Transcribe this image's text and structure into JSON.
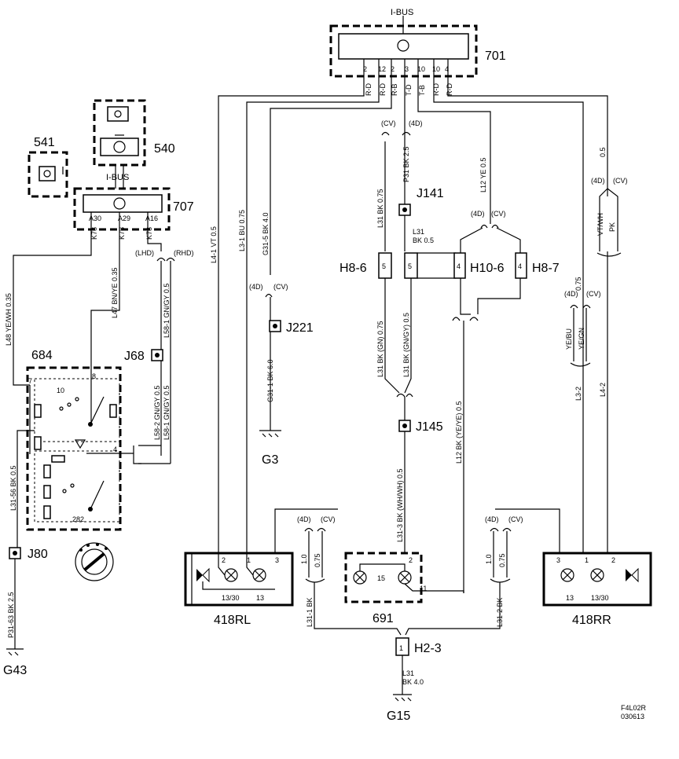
{
  "components": {
    "c701": "701",
    "c540": "540",
    "c541": "541",
    "c707": "707",
    "c684": "684",
    "c418RL": "418RL",
    "c418RR": "418RR",
    "c691": "691",
    "J68": "J68",
    "J80": "J80",
    "J141": "J141",
    "J221": "J221",
    "J145": "J145",
    "H8_6": "H8-6",
    "H8_7": "H8-7",
    "H10_6": "H10-6",
    "H2_3": "H2-3",
    "G3": "G3",
    "G15": "G15",
    "G43": "G43"
  },
  "labels": {
    "ibus_top": "I-BUS",
    "ibus_707": "I-BUS",
    "cv": "(CV)",
    "d4": "(4D)",
    "lhd": "(LHD)",
    "rhd": "(RHD)"
  },
  "pins701": [
    "2",
    "12",
    "2",
    "3",
    "10",
    "10",
    "4"
  ],
  "wires701": [
    "R-D",
    "R-D",
    "R-B",
    "T-D",
    "T-B",
    "R-D",
    "R-D"
  ],
  "pins707": [
    "A30",
    "A29",
    "A16"
  ],
  "wires707": [
    "K78",
    "K78",
    "K78"
  ],
  "wire_labels": {
    "L4_1": "L4-1 VT 0.5",
    "L3_1": "L3-1 BU 0.75",
    "G31_5": "G31-5 BK 4.0",
    "P31": "P31 BK 2.5",
    "L31_075": "L31  BK  0.75",
    "L31_05": "L31",
    "L31_05b": "BK 0.5",
    "L12_YE": "L12 YE 0.5",
    "VTWH": "VT/WH",
    "PK": "PK",
    "w05": "0.5",
    "w075": "0.75",
    "L48": "L48 YE/WH 0.35",
    "L47": "L47 BN/YE 0.35",
    "L58_1": "L58-1 GN/GY 0.5",
    "L58_2b": "L58-2 GN/GY 0.5",
    "L58_1b": "L58-1 GN/GY 0.5",
    "L31_56": "L31-56 BK 0.5",
    "P31_63": "P31-63 BK 2.5",
    "G31_1": "G31-1 BK 6.0",
    "L31_GN": "L31 BK (GN) 0.75",
    "L31_GNGY": "L31 BK (GN/GY) 0.5",
    "L12_YEYE": "L12 BK (YE/YE) 0.5",
    "L31_3": "L31-3 BK (WH/WH) 0.5",
    "YEBU": "YE/BU",
    "YEGN": "YE/GN",
    "L3_2": "L3-2",
    "L4_2": "L4-2",
    "L31_1": "L31-1 BK",
    "L31_2": "L31-2 BK",
    "v10": "1.0",
    "v075": "0.75",
    "L31_H": "L31",
    "BK40": "BK 4.0"
  },
  "pins": {
    "p684_7": "7",
    "p684_8": "8",
    "p684_10": "10",
    "p684_4": "4",
    "p684_282": "282",
    "rl_2": "2",
    "rl_1": "1",
    "rl_3": "3",
    "rl_1330": "13/30",
    "rl_13": "13",
    "rr_3": "3",
    "rr_1": "1",
    "rr_2": "2",
    "rr_13": "13",
    "rr_1330": "13/30",
    "d691_2": "2",
    "d691_15": "15",
    "d691_11": "11",
    "h86": "5",
    "h86b": "5",
    "h106": "4",
    "h87": "4",
    "h23": "1"
  },
  "footer": {
    "code1": "F4L02R",
    "code2": "030613"
  }
}
